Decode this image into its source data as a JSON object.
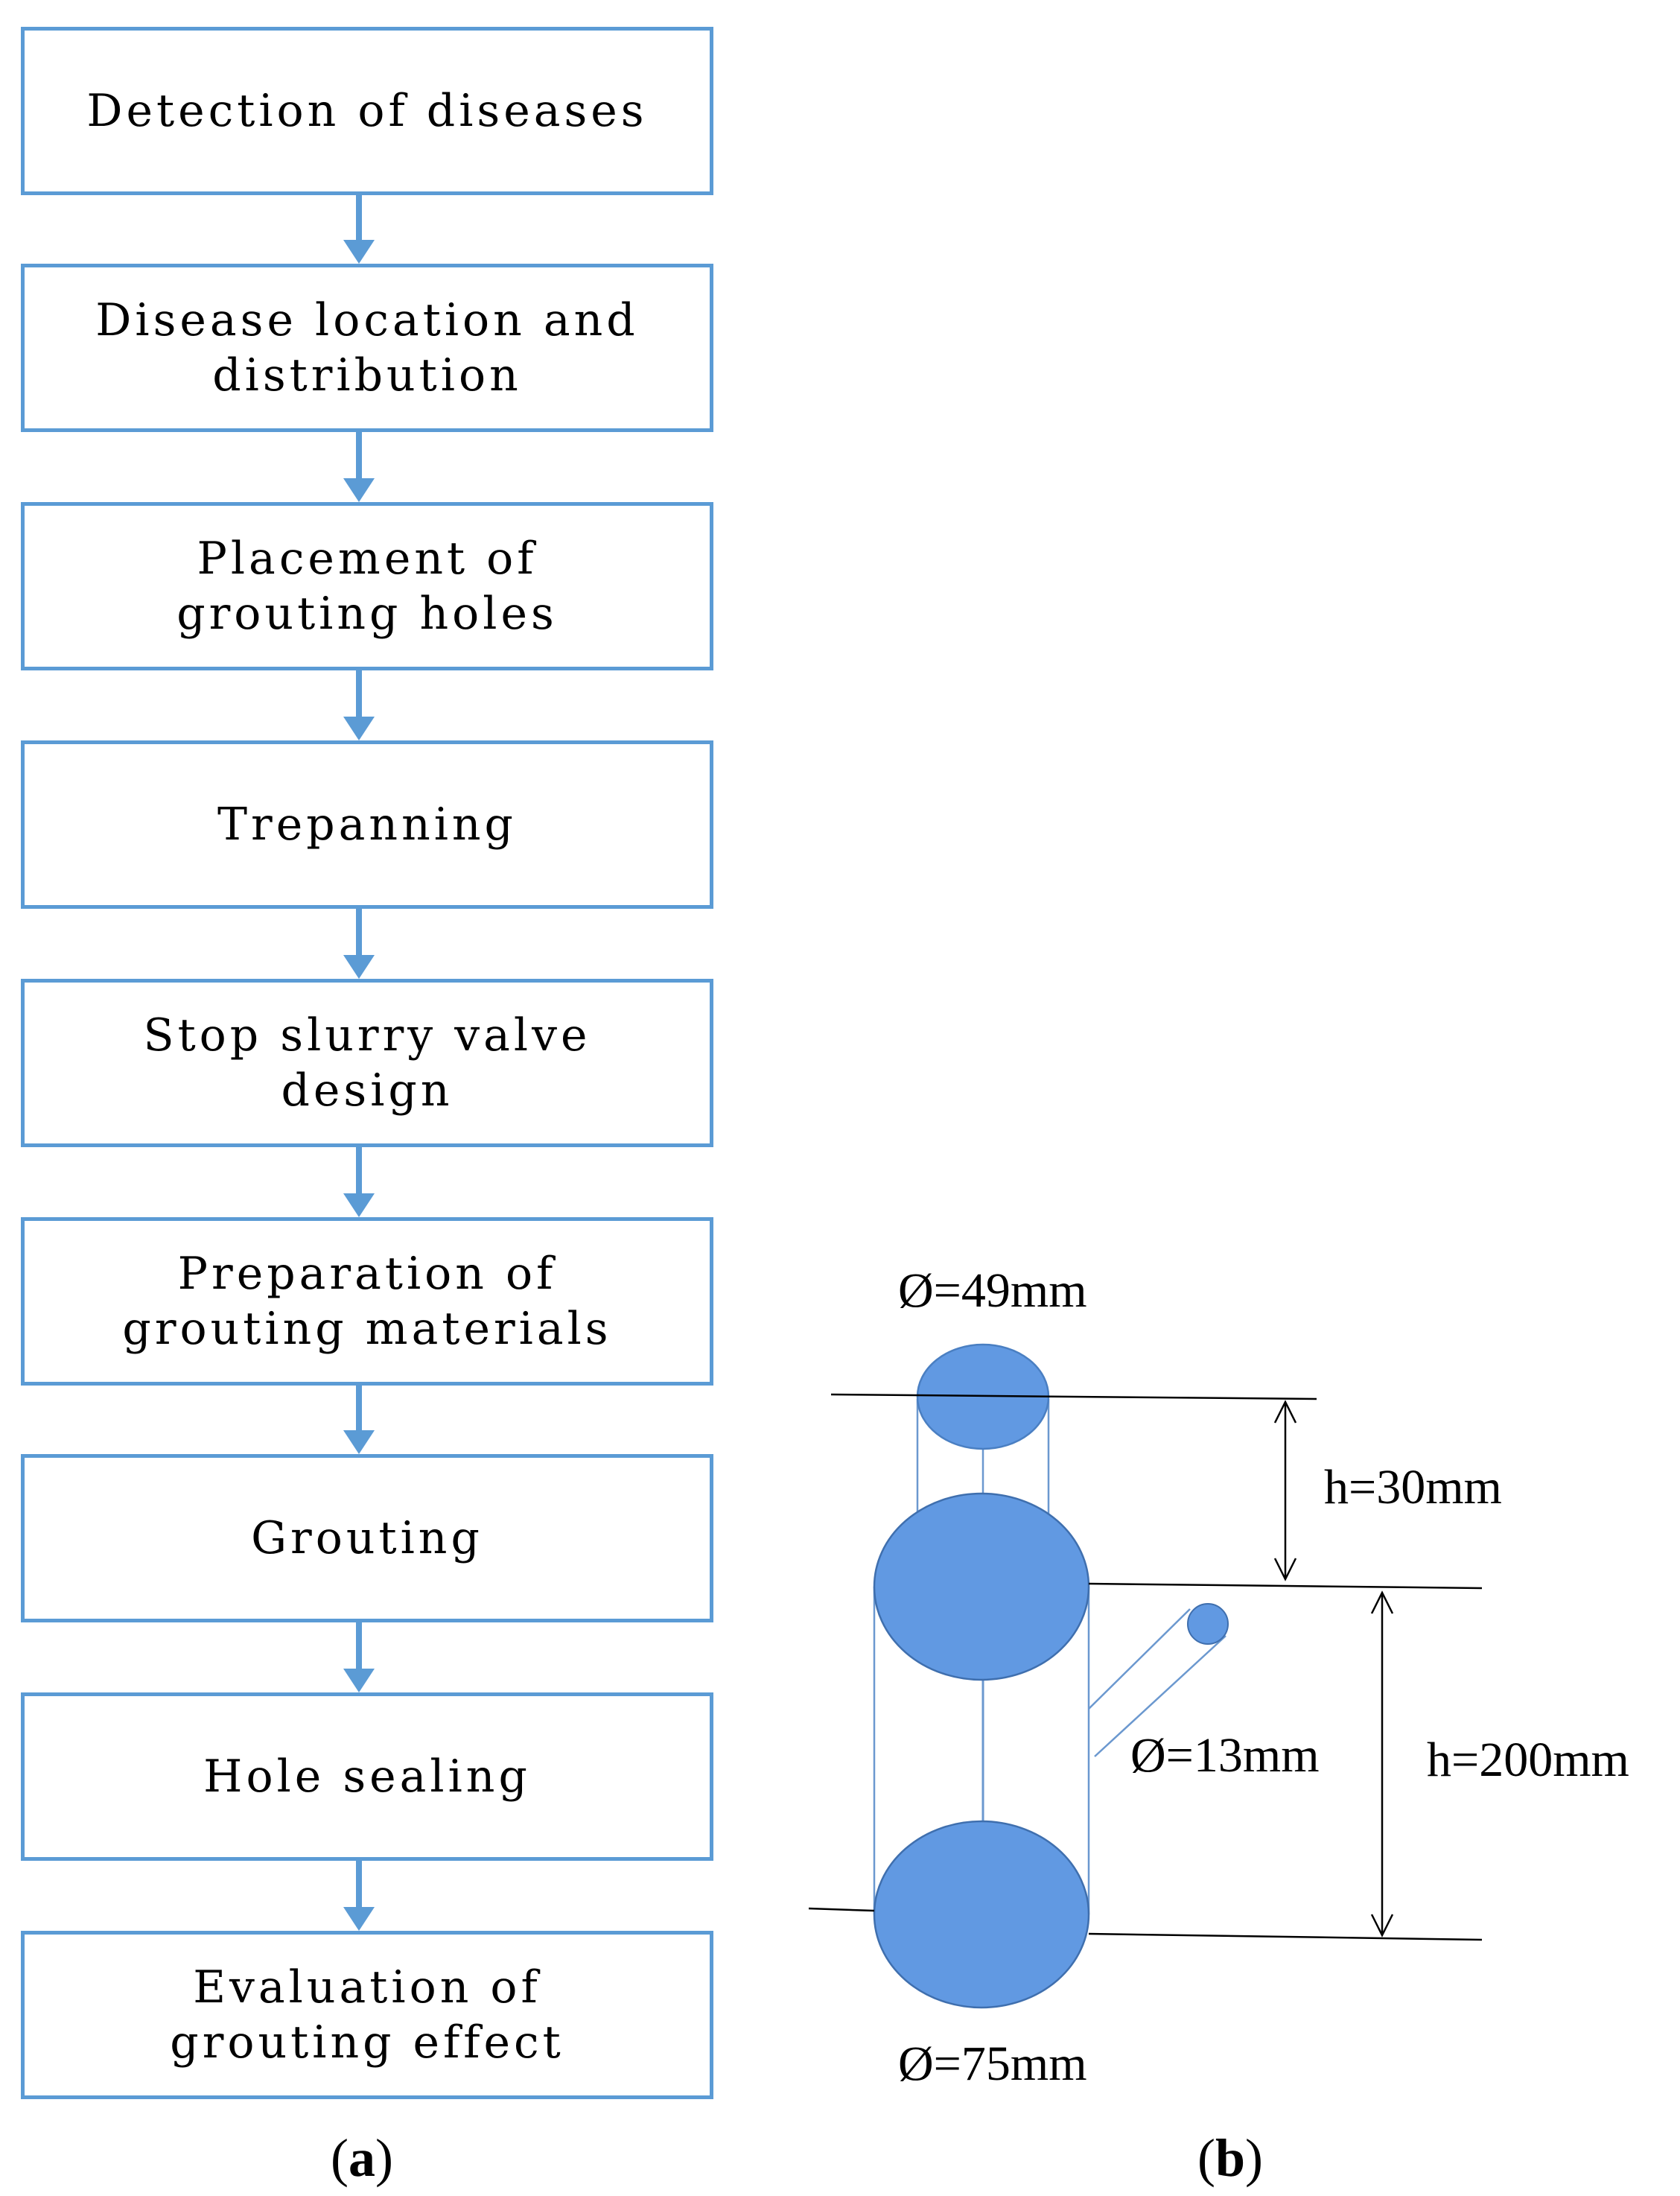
{
  "flowchart": {
    "steps": [
      "Detection of diseases",
      "Disease location and\ndistribution",
      "Placement of\ngrouting holes",
      "Trepanning",
      "Stop slurry valve\ndesign",
      "Preparation of\ngrouting materials",
      "Grouting",
      "Hole sealing",
      "Evaluation of\ngrouting effect"
    ],
    "arrow_color": "#5b9bd5",
    "label": {
      "open": "(",
      "letter": "a",
      "close": ")"
    }
  },
  "valve": {
    "top_diameter": "Ø=49mm",
    "top_height": "h=30mm",
    "side_diameter": "Ø=13mm",
    "body_height": "h=200mm",
    "bottom_diameter": "Ø=75mm",
    "fill_color": "#6199e2",
    "label": {
      "open": "(",
      "letter": "b",
      "close": ")"
    }
  }
}
